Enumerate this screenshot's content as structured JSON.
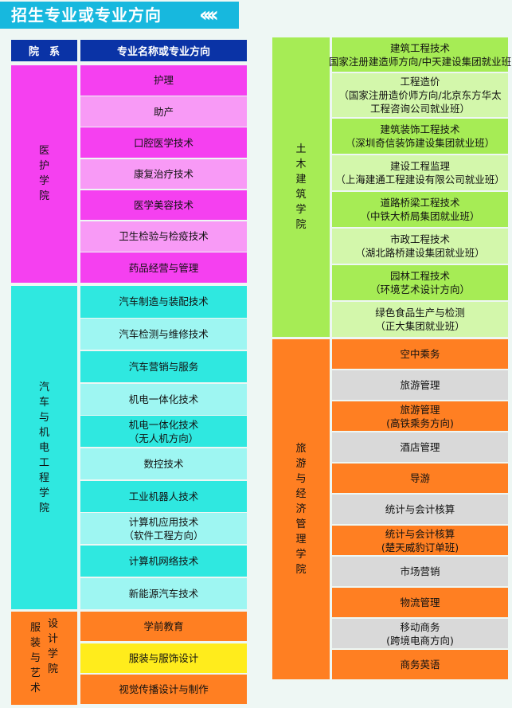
{
  "title": "招生专业或专业方向",
  "header": {
    "college_label": "院　系",
    "major_label": "专业名称或专业方向"
  },
  "colors": {
    "medical": "#f540f0",
    "medical_light": "#f89af6",
    "auto": "#2fe8e0",
    "auto_light": "#9ef6f2",
    "design": "#ff7f22",
    "design_yellow": "#ffec1c",
    "civil": "#a6ec55",
    "civil_light": "#d3f7ab",
    "tourism": "#ff7f22",
    "tourism_grey": "#d9d9d9",
    "header": "#0a33a6",
    "title_bar": "#17b8de"
  },
  "left_colleges": [
    {
      "name": "医\n护\n学\n院",
      "majors": [
        [
          "护理"
        ],
        [
          "助产"
        ],
        [
          "口腔医学技术"
        ],
        [
          "康复治疗技术"
        ],
        [
          "医学美容技术"
        ],
        [
          "卫生检验与检疫技术"
        ],
        [
          "药品经营与管理"
        ]
      ]
    },
    {
      "name": "汽\n车\n与\n机\n电\n工\n程\n学\n院",
      "majors": [
        [
          "汽车制造与装配技术"
        ],
        [
          "汽车检测与维修技术"
        ],
        [
          "汽车营销与服务"
        ],
        [
          "机电一体化技术"
        ],
        [
          "机电一体化技术",
          "（无人机方向）"
        ],
        [
          "数控技术"
        ],
        [
          "工业机器人技术"
        ],
        [
          "计算机应用技术",
          "（软件工程方向）"
        ],
        [
          "计算机网络技术"
        ],
        [
          "新能源汽车技术"
        ]
      ]
    },
    {
      "name_col1": "服\n装\n与\n艺\n术",
      "name_col2": "设\n计\n学\n院",
      "majors": [
        [
          "学前教育"
        ],
        [
          "服装与服饰设计"
        ],
        [
          "视觉传播设计与制作"
        ]
      ]
    }
  ],
  "right_colleges": [
    {
      "name": "土\n木\n建\n筑\n学\n院",
      "majors": [
        [
          "建筑工程技术",
          "(国家注册建造师方向/中天建设集团就业班)"
        ],
        [
          "工程造价",
          "（国家注册造价师方向/北京东方华太",
          "工程咨询公司就业班）"
        ],
        [
          "建筑装饰工程技术",
          "（深圳奇信装饰建设集团就业班）"
        ],
        [
          "建设工程监理",
          "（上海建通工程建设有限公司就业班）"
        ],
        [
          "道路桥梁工程技术",
          "（中铁大桥局集团就业班）"
        ],
        [
          "市政工程技术",
          "（湖北路桥建设集团就业班）"
        ],
        [
          "园林工程技术",
          "（环境艺术设计方向）"
        ],
        [
          "绿色食品生产与检测",
          "（正大集团就业班）"
        ]
      ]
    },
    {
      "name": "旅\n游\n与\n经\n济\n管\n理\n学\n院",
      "majors": [
        [
          "空中乘务"
        ],
        [
          "旅游管理"
        ],
        [
          "旅游管理",
          "(高铁乘务方向)"
        ],
        [
          "酒店管理"
        ],
        [
          "导游"
        ],
        [
          "统计与会计核算"
        ],
        [
          "统计与会计核算",
          "(楚天威豹订单班)"
        ],
        [
          "市场营销"
        ],
        [
          "物流管理"
        ],
        [
          "移动商务",
          "(跨境电商方向)"
        ],
        [
          "商务英语"
        ]
      ]
    }
  ]
}
